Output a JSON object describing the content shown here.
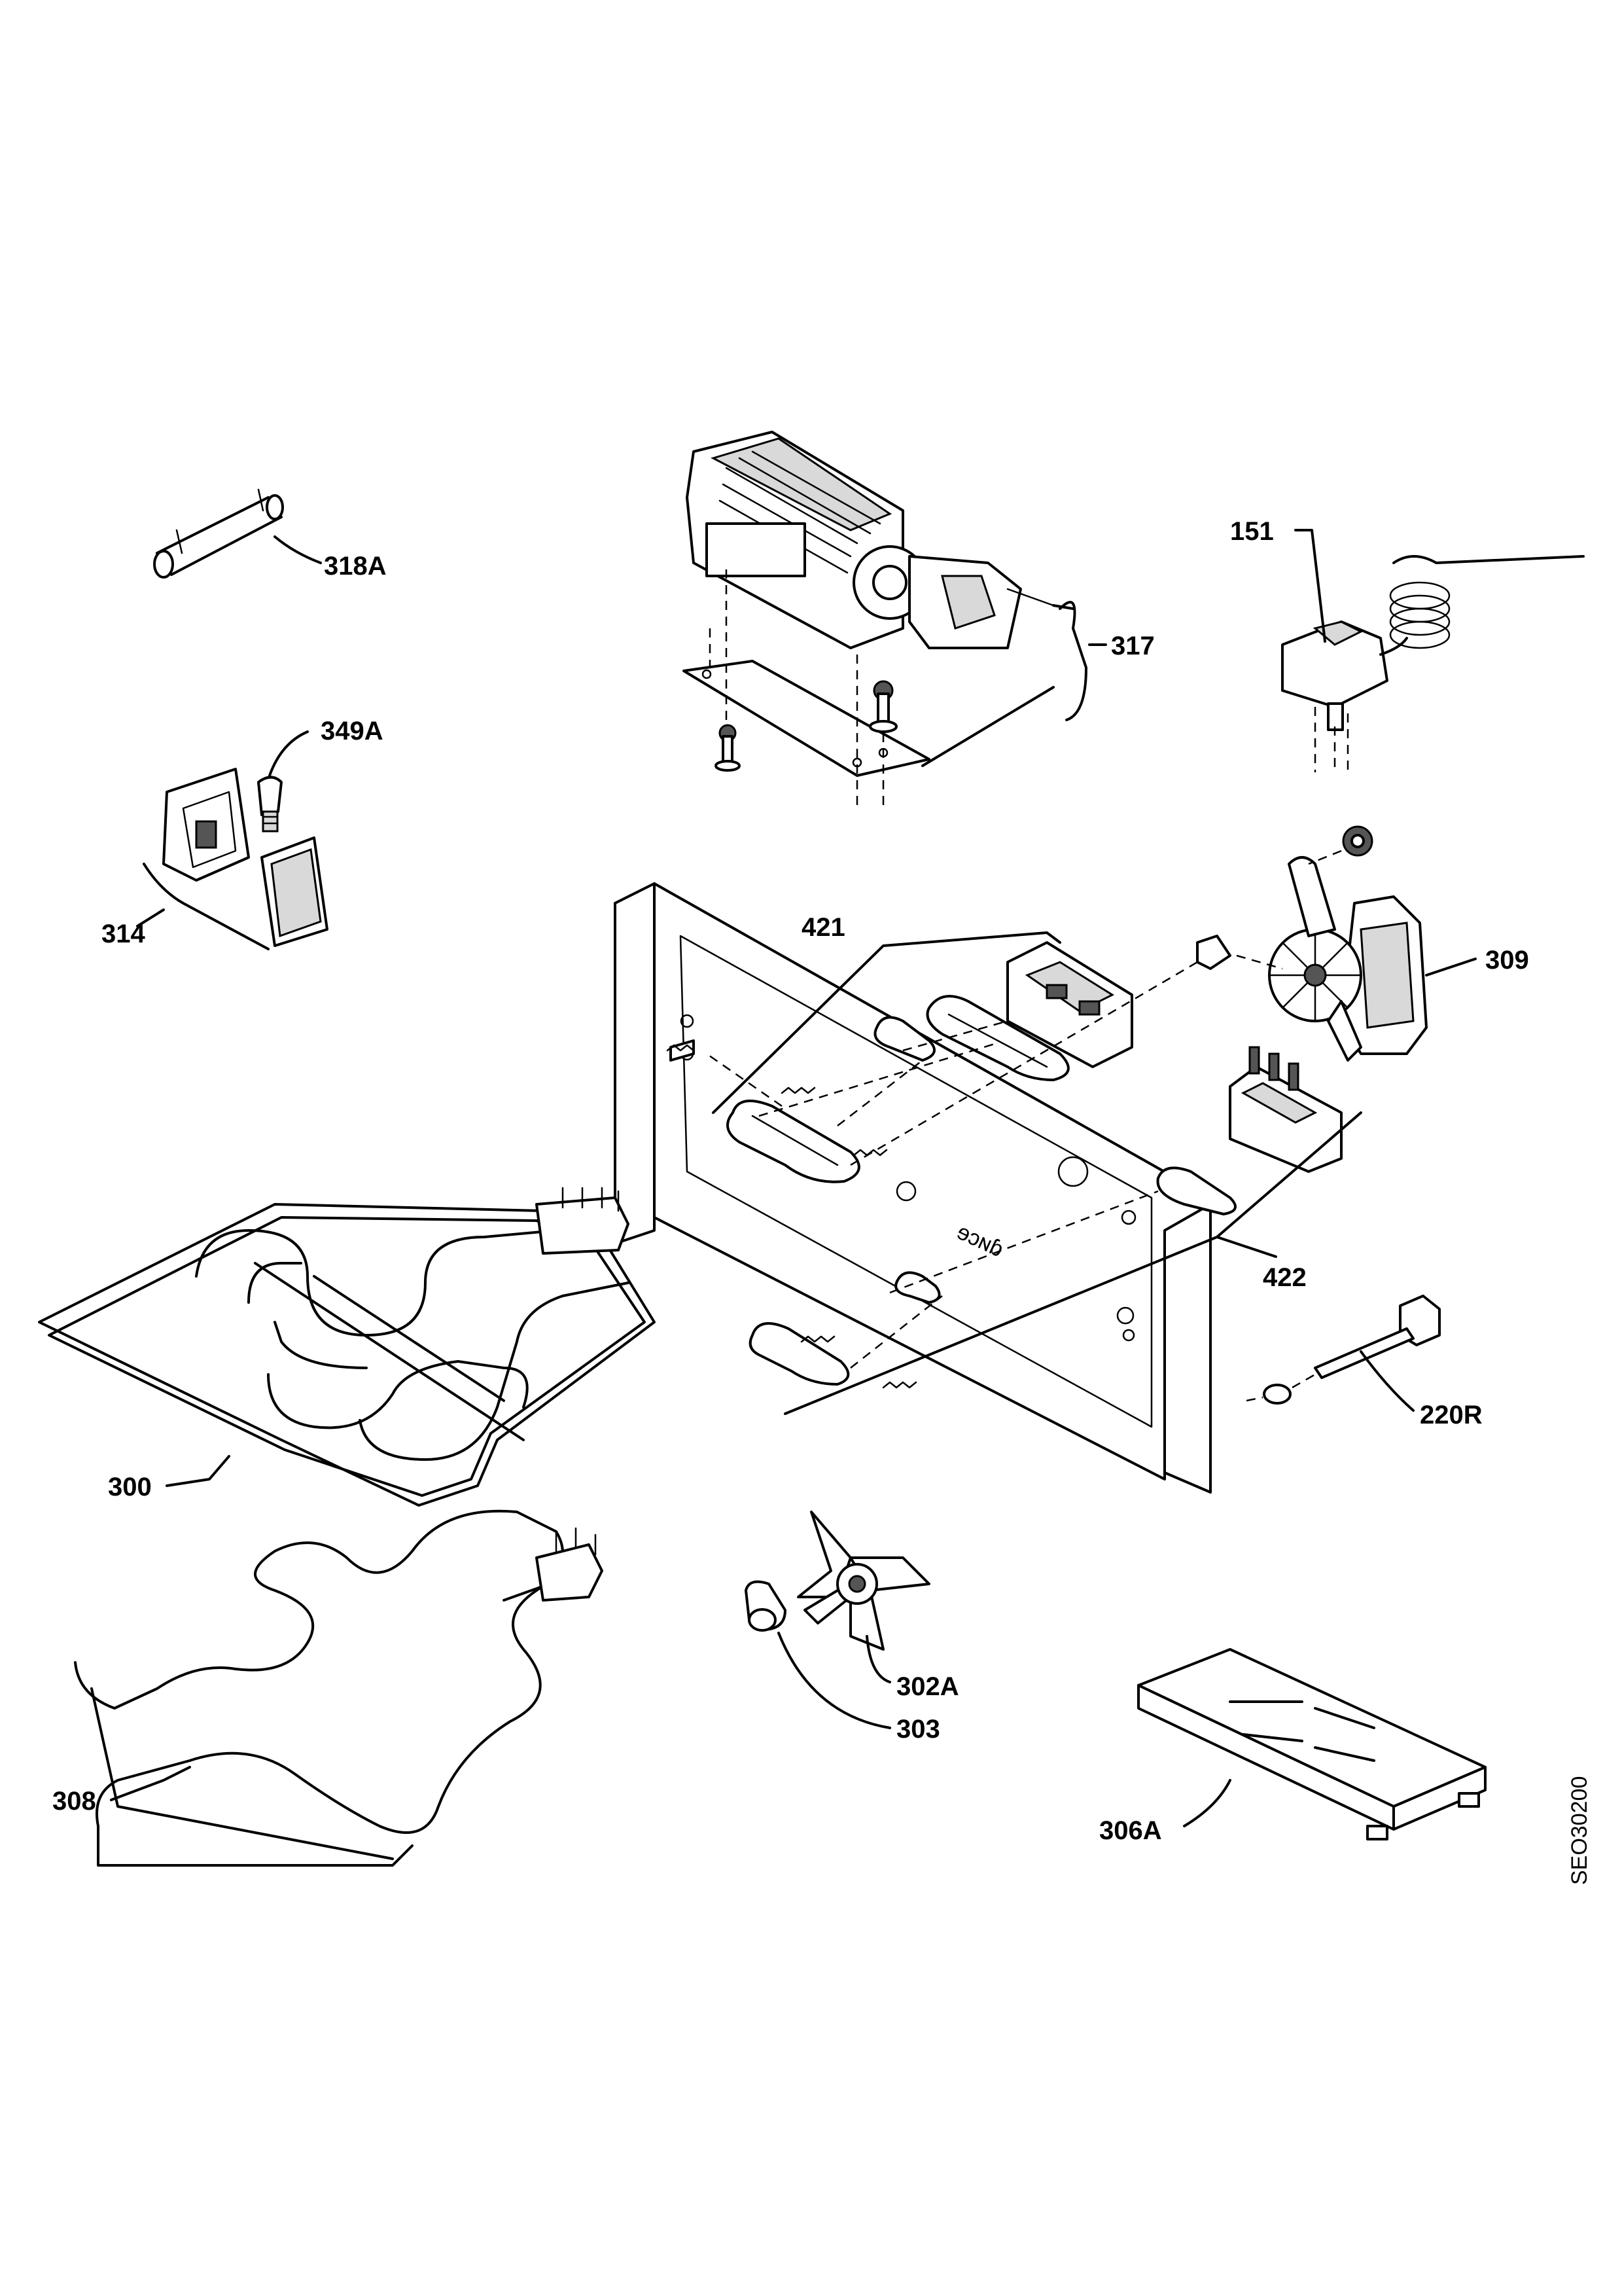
{
  "diagram": {
    "drawing_code": "SEO30200",
    "parts": [
      {
        "id": "318A"
      },
      {
        "id": "317"
      },
      {
        "id": "151"
      },
      {
        "id": "349A"
      },
      {
        "id": "314"
      },
      {
        "id": "421"
      },
      {
        "id": "309"
      },
      {
        "id": "422"
      },
      {
        "id": "220R"
      },
      {
        "id": "300"
      },
      {
        "id": "302A"
      },
      {
        "id": "303"
      },
      {
        "id": "308"
      },
      {
        "id": "306A"
      }
    ]
  }
}
